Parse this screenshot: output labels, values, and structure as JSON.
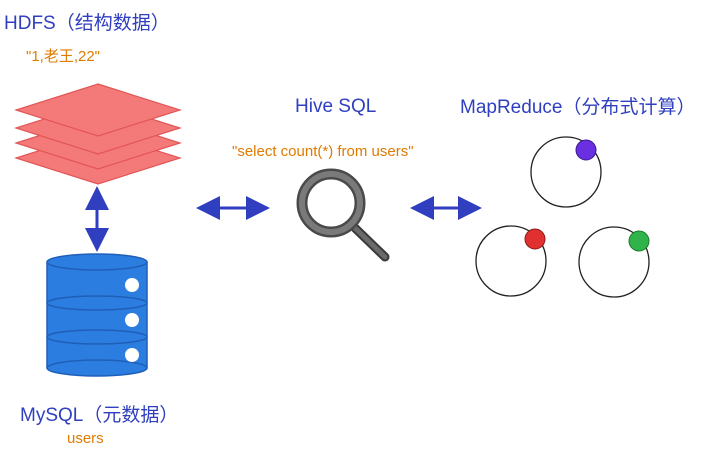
{
  "hdfs": {
    "title": "HDFS（结构数据）",
    "sample": "\"1,老王,22\""
  },
  "hive": {
    "title": "Hive SQL",
    "query": "\"select count(*) from users\""
  },
  "mapreduce": {
    "title": "MapReduce（分布式计算）"
  },
  "mysql": {
    "title": "MySQL（元数据）",
    "table": "users"
  },
  "colors": {
    "title_blue": "#2f3fbf",
    "accent_orange": "#e07b00",
    "hdfs_layer": "#f47a7a",
    "db_blue": "#2b7de0",
    "node_purple": "#6a2fe0",
    "node_red": "#e03030",
    "node_green": "#2fb34a"
  },
  "icons": {
    "hdfs": "stacked-layers-icon",
    "mysql": "database-cylinder-icon",
    "hive": "magnifier-icon",
    "mapreduce": "cluster-nodes-icon"
  }
}
